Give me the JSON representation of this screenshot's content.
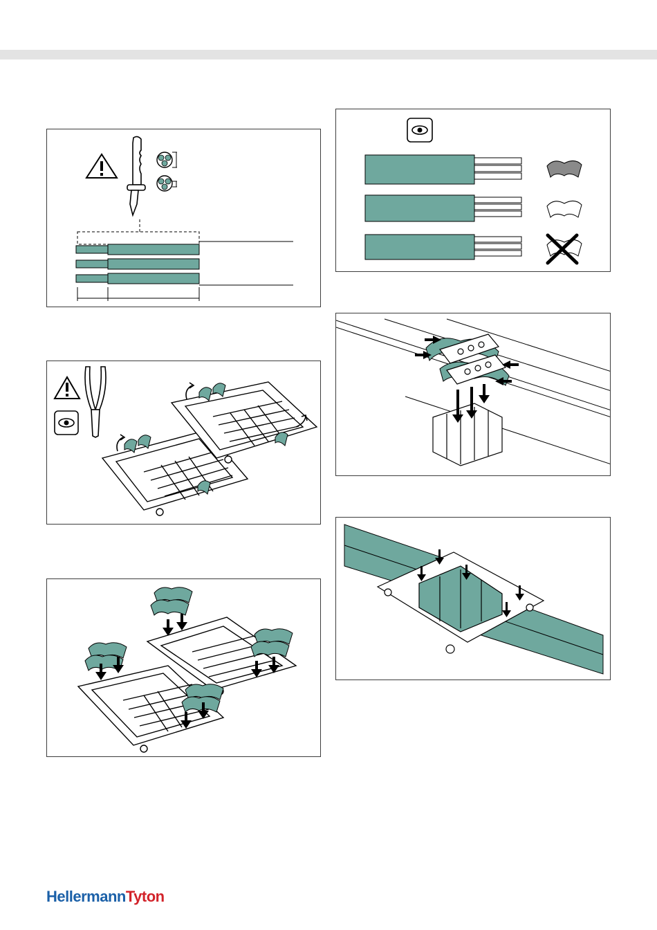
{
  "page": {
    "brand": {
      "part1": "Hellermann",
      "part2": "Tyton",
      "color1": "#1b60a8",
      "color2": "#d2232a"
    },
    "colors": {
      "accent_teal": "#6fa89e",
      "header_bar": "#e3e3e3",
      "frame": "#3c3c3c"
    }
  },
  "panels": [
    {
      "id": "step-1-cable-stripping",
      "icons": [
        "warning-icon",
        "knife-icon",
        "cable-cross-section-icon"
      ]
    },
    {
      "id": "step-2-open-housing",
      "icons": [
        "warning-icon",
        "pliers-icon",
        "eye-icon"
      ]
    },
    {
      "id": "step-3-insert-cable-clamps",
      "icons": [
        "arrow-down-icon"
      ]
    },
    {
      "id": "step-4-select-clamp-size",
      "icons": [
        "eye-icon",
        "clamp-icon",
        "crossed-out-icon"
      ]
    },
    {
      "id": "step-5-mount-connector",
      "icons": [
        "arrow-icon"
      ]
    },
    {
      "id": "step-6-place-in-housing",
      "icons": [
        "arrow-down-icon"
      ]
    }
  ]
}
